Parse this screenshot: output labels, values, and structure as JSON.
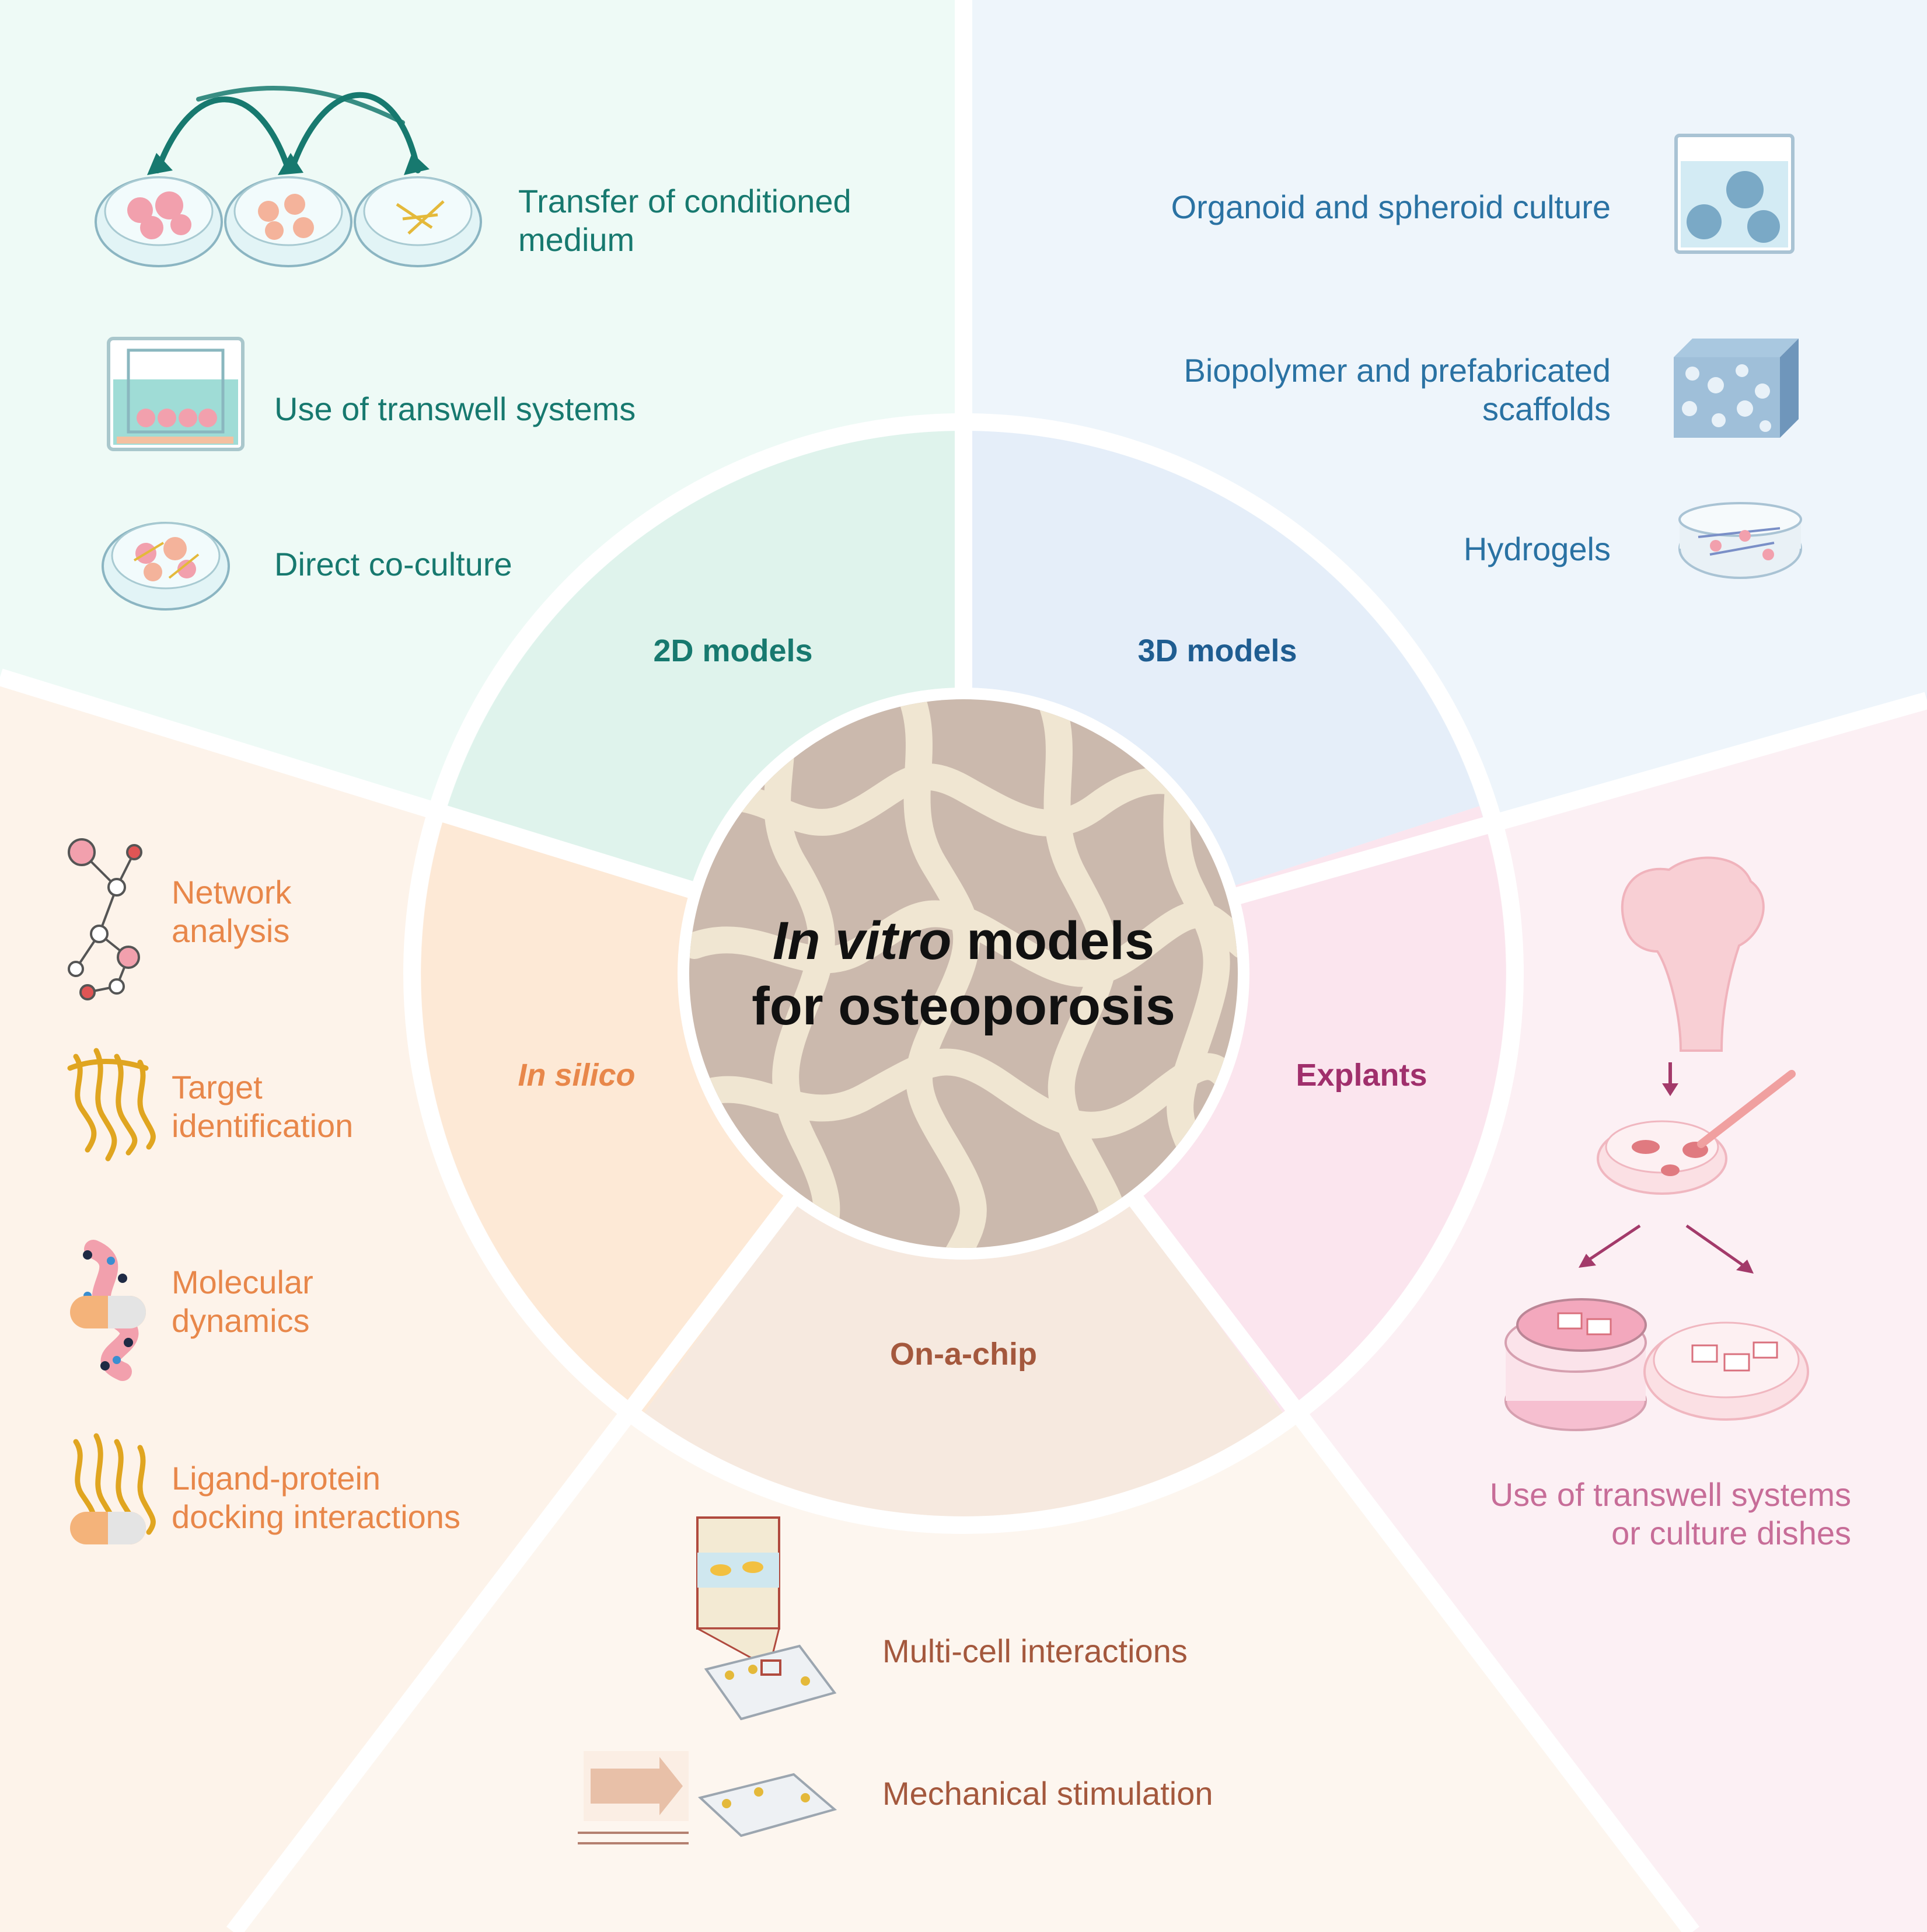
{
  "center": {
    "title_italic": "In vitro",
    "title_rest": " models",
    "title_line2": "for osteoporosis"
  },
  "categories": {
    "models_2d": "2D models",
    "models_3d": "3D models",
    "explants": "Explants",
    "on_chip": "On-a-chip",
    "in_silico": "In silico"
  },
  "models_2d": {
    "conditioned_line1": "Transfer of conditioned",
    "conditioned_line2": "medium",
    "transwell": "Use of transwell systems",
    "coculture": "Direct co-culture"
  },
  "models_3d": {
    "organoid": "Organoid and spheroid culture",
    "biopolymer_line1": "Biopolymer and prefabricated",
    "biopolymer_line2": "scaffolds",
    "hydrogels": "Hydrogels"
  },
  "in_silico": {
    "network_line1": "Network",
    "network_line2": "analysis",
    "target_line1": "Target",
    "target_line2": "identification",
    "molecular_line1": "Molecular",
    "molecular_line2": "dynamics",
    "docking_line1": "Ligand-protein",
    "docking_line2": "docking interactions"
  },
  "explants": {
    "use_line1": "Use of transwell systems",
    "use_line2": "or culture dishes"
  },
  "on_chip": {
    "multicell": "Multi-cell interactions",
    "mechanical": "Mechanical stimulation"
  },
  "colors": {
    "teal": "#17796f",
    "blue": "#2a72a3",
    "orange": "#e8874a",
    "rose": "#c76d98",
    "brown": "#a4583d",
    "center_fill": "#cbb9ad",
    "center_pattern": "#f0e6d2"
  }
}
